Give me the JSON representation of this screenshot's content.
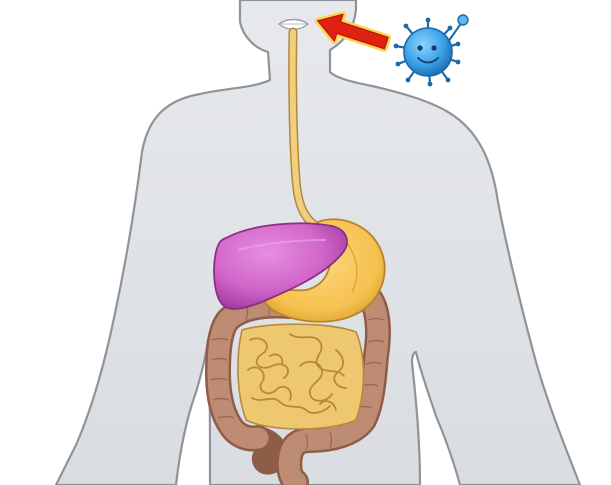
{
  "colors": {
    "background": "#ffffff",
    "body_fill": "#dfe2e5",
    "body_outline": "#8f9499",
    "esophagus": "#f2cf7e",
    "liver": "#d165c9",
    "liver_dark": "#a23b9c",
    "stomach": "#f6c14f",
    "small_intestine": "#eec871",
    "large_intestine": "#bd8c73",
    "large_intestine_dark": "#8d5d48",
    "arrow": "#e02010",
    "arrow_glow": "#ffd24a",
    "germ": "#3aa1e6",
    "germ_dark": "#1a6aa8"
  },
  "icons": {
    "body": "human-torso-silhouette",
    "esophagus": "esophagus-tube",
    "liver": "liver-organ",
    "stomach": "stomach-organ",
    "large_intestine": "large-intestine-organ",
    "small_intestine": "small-intestine-organ",
    "arrow": "arrow-pointing-to-mouth",
    "germ": "germ-microbe"
  }
}
